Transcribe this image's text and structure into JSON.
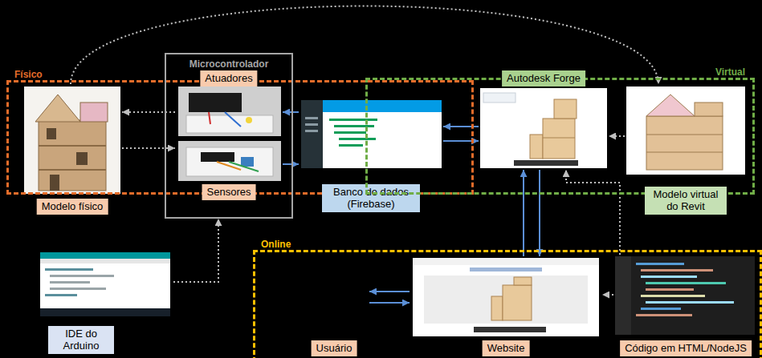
{
  "diagram": {
    "nodes": [
      {
        "text": [
          "Físico"
        ]
      },
      {
        "text": [
          "Modelo físico"
        ],
        "in": 0
      },
      {
        "text": [
          "Microcontrolador"
        ]
      },
      {
        "text": [
          "Atuadores"
        ],
        "in": 2
      },
      {
        "text": [
          "Sensores"
        ],
        "in": 2
      },
      {
        "text": [
          "Banco de dados (Firebase)"
        ]
      },
      {
        "text": [
          "Virtual"
        ]
      },
      {
        "text": [
          "Autodesk Forge"
        ],
        "in": 6
      },
      {
        "text": [
          "Modelo virtual do Revit"
        ],
        "in": 6
      },
      {
        "text": [
          "IDE do Arduino"
        ]
      },
      {
        "text": [
          "Online"
        ]
      },
      {
        "text": [
          "Usuário"
        ],
        "in": 10
      },
      {
        "text": [
          "Website"
        ],
        "in": 10
      },
      {
        "text": [
          "Código em HTML/NodeJS"
        ],
        "in": 10
      }
    ],
    "edges": [
      {
        "from": 3,
        "to": 1,
        "arrow": "to"
      },
      {
        "from": 1,
        "to": 4,
        "arrow": "to"
      },
      {
        "from": 5,
        "to": 3,
        "arrow": "to"
      },
      {
        "from": 4,
        "to": 5,
        "arrow": "to"
      },
      {
        "from": 7,
        "to": 5,
        "arrow": "to"
      },
      {
        "from": 5,
        "to": 7,
        "arrow": "to"
      },
      {
        "from": 8,
        "to": 7,
        "arrow": "to"
      },
      {
        "from": 1,
        "to": 8,
        "arrow": "to"
      },
      {
        "from": 12,
        "to": 7,
        "arrow": "to"
      },
      {
        "from": 7,
        "to": 12,
        "arrow": "to"
      },
      {
        "from": 13,
        "to": 7,
        "arrow": "to"
      },
      {
        "from": 13,
        "to": 12,
        "arrow": "to"
      },
      {
        "from": 9,
        "to": 2,
        "arrow": "to"
      },
      {
        "from": 11,
        "to": 12,
        "arrow": "to"
      },
      {
        "from": 12,
        "to": 11,
        "arrow": "to"
      }
    ]
  }
}
